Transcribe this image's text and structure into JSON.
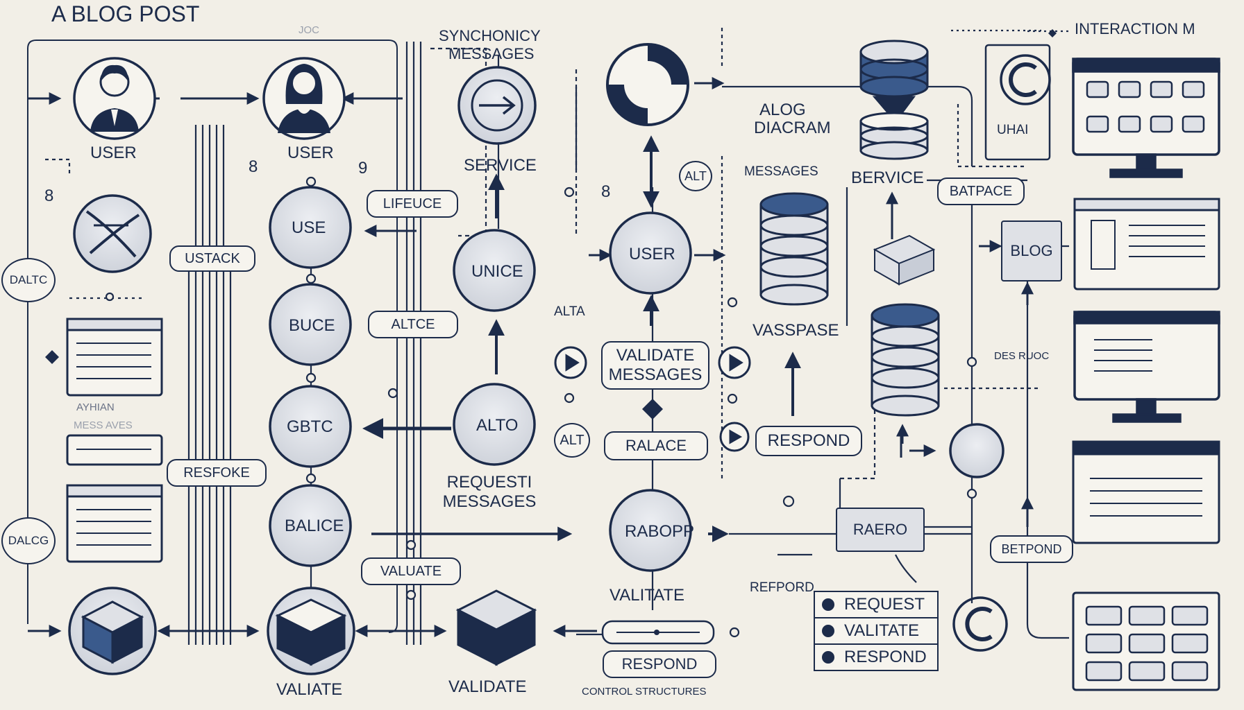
{
  "title": "A BLOG POST",
  "header": {
    "interaction": "INTERACTION M",
    "sync_line1": "SYNCHONICY",
    "sync_line2": "MESSAGES",
    "ghost": "JOC"
  },
  "actors": {
    "user1": "USER",
    "user2": "USER"
  },
  "services": {
    "service1": "SERVICE",
    "service2": "BERVICE"
  },
  "nodes": {
    "use": "USE",
    "buce": "BUCE",
    "gbtc": "GBTC",
    "balice": "BALICE",
    "unice": "UNICE",
    "alto": "ALTO",
    "user_mid": "USER",
    "rabopp": "RABOPP"
  },
  "tags": {
    "ustack": "USTACK",
    "lifeuce": "LIFEUCE",
    "altce": "ALTCE",
    "resfoke": "RESFOKE",
    "valuate": "VALUATE",
    "validate_messages_1": "VALIDATE",
    "validate_messages_2": "MESSAGES",
    "ralace": "RALACE",
    "respond_mid": "RESPOND",
    "respond_bottom": "RESPOND",
    "raero": "RAERO",
    "batpace": "BATPACE",
    "blog": "BLOG",
    "betpond": "BETPOND",
    "daltc": "DALTC",
    "dalcg": "DALCG",
    "alt_circle": "ALT",
    "alt_circle2": "ALT"
  },
  "labels": {
    "alog_diagram_1": "ALOG",
    "alog_diagram_2": "DIACRAM",
    "messages_small": "MESSAGES",
    "vasspase": "VASSPASE",
    "request_messages_1": "REQUESTI",
    "request_messages_2": "MESSAGES",
    "valitate_mid": "VALITATE",
    "valiate_bottom": "VALIATE",
    "validate_bottom": "VALIDATE",
    "control_structures": "CONTROL STRUCTURES",
    "alta": "ALTA",
    "refpord": "REFPORD",
    "des_ruoc": "DES RUOC",
    "uhai": "UHAI",
    "num8a": "8",
    "num8b": "8",
    "num8c": "8",
    "num9": "9",
    "ayhian": "AYHIAN",
    "scribble": "MESS AVES"
  },
  "list_panel": [
    "REQUEST",
    "VALITATE",
    "RESPOND"
  ],
  "colors": {
    "ink": "#1c2b4a",
    "background": "#f2efe7",
    "node_fill": "#dfe1e6",
    "accent_blue": "#3a5a8c"
  }
}
